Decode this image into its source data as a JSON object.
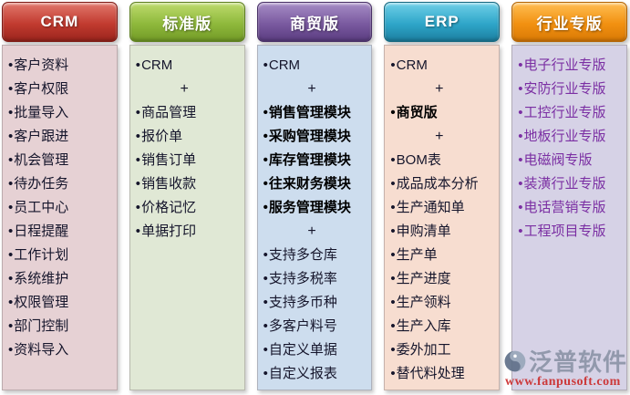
{
  "page": {
    "background": "#ffffff"
  },
  "columns": [
    {
      "id": "crm",
      "title": "CRM",
      "colors": {
        "header_light": "#e1786c",
        "header_mid": "#c23b30",
        "header_dark": "#9a241c",
        "header_border": "#7e1b15",
        "body": "#e6d1d4"
      },
      "items": [
        {
          "text": "客户资料"
        },
        {
          "text": "客户权限"
        },
        {
          "text": "批量导入"
        },
        {
          "text": "客户跟进"
        },
        {
          "text": "机会管理"
        },
        {
          "text": "待办任务"
        },
        {
          "text": "员工中心"
        },
        {
          "text": "日程提醒"
        },
        {
          "text": "工作计划"
        },
        {
          "text": "系统维护"
        },
        {
          "text": "权限管理"
        },
        {
          "text": "部门控制"
        },
        {
          "text": "资料导入"
        }
      ]
    },
    {
      "id": "standard",
      "title": "标准版",
      "colors": {
        "header_light": "#bedb6d",
        "header_mid": "#8fb93c",
        "header_dark": "#729a26",
        "header_border": "#5e8020",
        "body": "#e0e8d5"
      },
      "items": [
        {
          "text": "CRM"
        },
        {
          "t": "plus",
          "text": "+"
        },
        {
          "text": "商品管理"
        },
        {
          "text": "报价单"
        },
        {
          "text": "销售订单"
        },
        {
          "text": "销售收款"
        },
        {
          "text": "价格记忆"
        },
        {
          "text": "单据打印"
        }
      ]
    },
    {
      "id": "trade",
      "title": "商贸版",
      "colors": {
        "header_light": "#a78dc6",
        "header_mid": "#7a5aa0",
        "header_dark": "#5a3c80",
        "header_border": "#483066",
        "body": "#cdddee"
      },
      "items": [
        {
          "text": "CRM"
        },
        {
          "t": "plus",
          "text": "+"
        },
        {
          "text": "销售管理模块",
          "bold": true
        },
        {
          "text": "采购管理模块",
          "bold": true
        },
        {
          "text": "库存管理模块",
          "bold": true
        },
        {
          "text": "往来财务模块",
          "bold": true
        },
        {
          "text": "服务管理模块",
          "bold": true
        },
        {
          "t": "plus",
          "text": "+"
        },
        {
          "text": "支持多仓库"
        },
        {
          "text": "支持多税率"
        },
        {
          "text": "支持多币种"
        },
        {
          "text": "多客户料号"
        },
        {
          "text": "自定义单据"
        },
        {
          "text": "自定义报表"
        }
      ]
    },
    {
      "id": "erp",
      "title": "ERP",
      "colors": {
        "header_light": "#6fd0e8",
        "header_mid": "#2fa6c9",
        "header_dark": "#1b7fa0",
        "header_border": "#15677f",
        "body": "#f7ddd0"
      },
      "items": [
        {
          "text": "CRM"
        },
        {
          "t": "plus",
          "text": "+"
        },
        {
          "text": "商贸版",
          "bold": true
        },
        {
          "t": "plus",
          "text": "+"
        },
        {
          "text": "BOM表"
        },
        {
          "text": "成品成本分析"
        },
        {
          "text": "生产通知单"
        },
        {
          "text": "申购清单"
        },
        {
          "text": "生产单"
        },
        {
          "text": "生产进度"
        },
        {
          "text": "生产领料"
        },
        {
          "text": "生产入库"
        },
        {
          "text": "委外加工"
        },
        {
          "text": "替代料处理"
        }
      ]
    },
    {
      "id": "industry",
      "title": "行业专版",
      "text_color": "#7b2fa3",
      "colors": {
        "header_light": "#ffbe53",
        "header_mid": "#f29111",
        "header_dark": "#d97905",
        "header_border": "#b36403",
        "body": "#d6d2e6"
      },
      "items": [
        {
          "text": "电子行业专版"
        },
        {
          "text": "安防行业专版"
        },
        {
          "text": "工控行业专版"
        },
        {
          "text": "地板行业专版"
        },
        {
          "text": "电磁阀专版"
        },
        {
          "text": "装潢行业专版"
        },
        {
          "text": "电话营销专版"
        },
        {
          "text": "工程项目专版"
        }
      ]
    }
  ],
  "watermark": {
    "brand": "泛普软件",
    "url": "www.fanpusoft.com",
    "brand_color": "#8d95a8",
    "url_color": "#cc2b2b",
    "logo_dark": "#5f7089",
    "logo_light": "#99a7ba"
  }
}
